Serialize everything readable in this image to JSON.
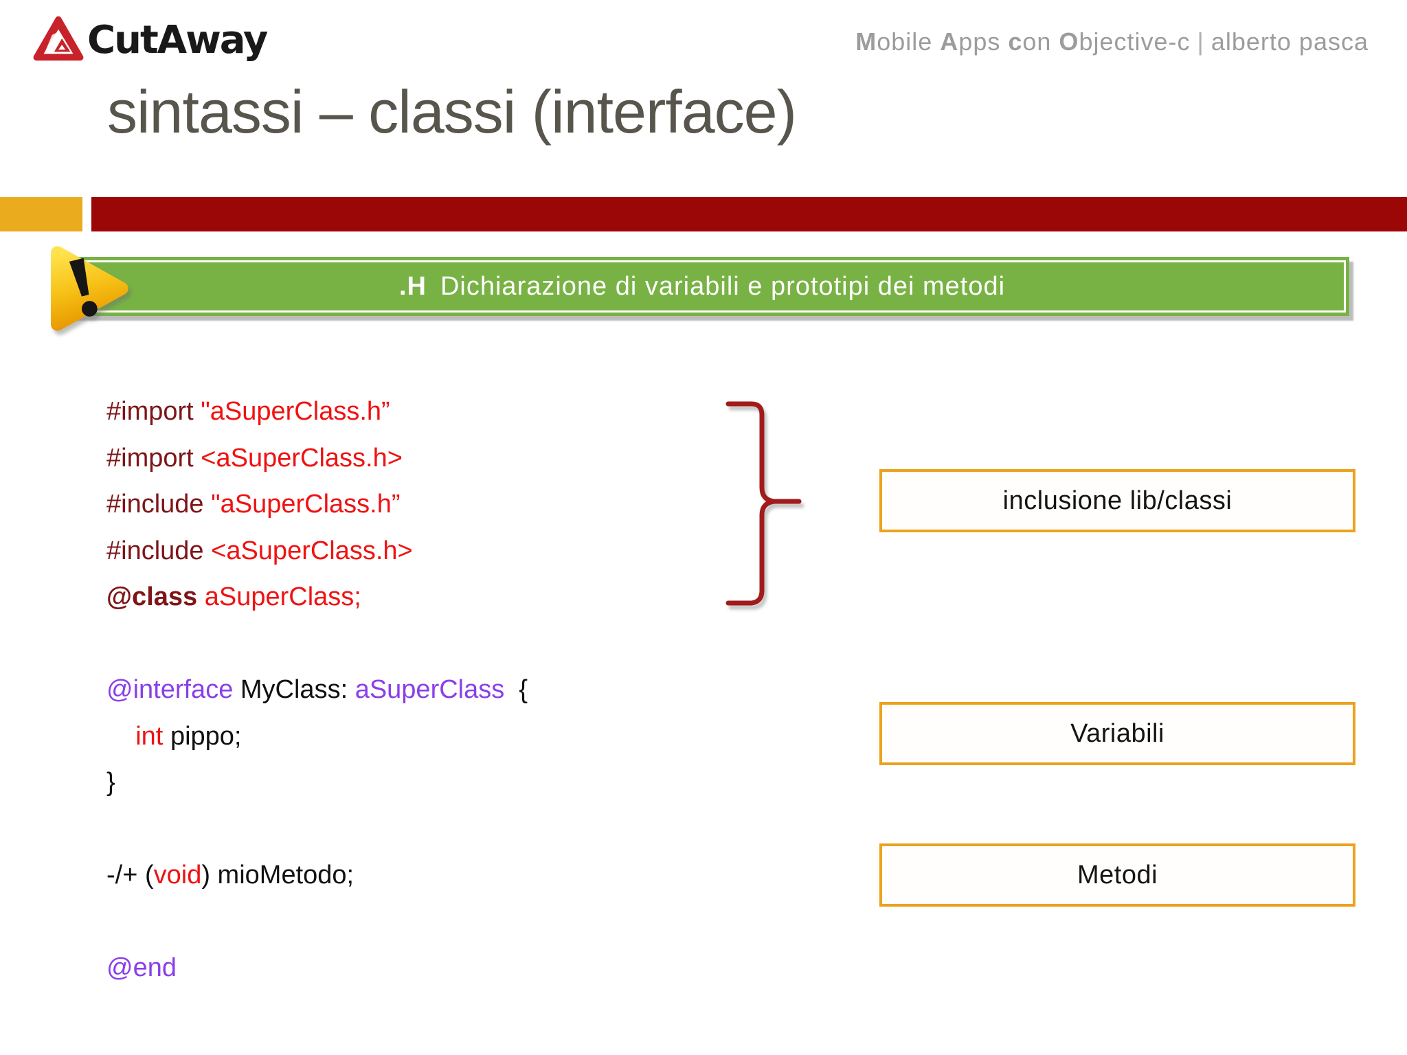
{
  "logo": {
    "brand": "CutAway"
  },
  "header": {
    "course_segments": [
      {
        "t": "M",
        "b": true
      },
      {
        "t": "obile ",
        "b": false
      },
      {
        "t": "A",
        "b": true
      },
      {
        "t": "pps ",
        "b": false
      },
      {
        "t": "c",
        "b": true
      },
      {
        "t": "on ",
        "b": false
      },
      {
        "t": "O",
        "b": true
      },
      {
        "t": "bjective-c",
        "b": false
      }
    ],
    "separator": "|",
    "author": "alberto pasca"
  },
  "title": {
    "text": "sintassi – classi (interface)"
  },
  "banner": {
    "prefix": ".H",
    "text": "Dichiarazione di variabili e prototipi dei metodi"
  },
  "code": {
    "lines": [
      [
        {
          "t": "#import ",
          "c": "maroon"
        },
        {
          "t": "\"aSuperClass.h”",
          "c": "red"
        }
      ],
      [
        {
          "t": "#import ",
          "c": "maroon"
        },
        {
          "t": "<aSuperClass.h>",
          "c": "red"
        }
      ],
      [
        {
          "t": "#include ",
          "c": "maroon"
        },
        {
          "t": "\"aSuperClass.h”",
          "c": "red"
        }
      ],
      [
        {
          "t": "#include ",
          "c": "maroon"
        },
        {
          "t": "<aSuperClass.h>",
          "c": "red"
        }
      ],
      [
        {
          "t": "@class ",
          "c": "maroon-b"
        },
        {
          "t": "aSuperClass;",
          "c": "red"
        }
      ],
      [],
      [
        {
          "t": "@interface ",
          "c": "purple"
        },
        {
          "t": "MyClass: ",
          "c": "black"
        },
        {
          "t": "aSuperClass",
          "c": "purple"
        },
        {
          "t": "  {",
          "c": "black"
        }
      ],
      [
        {
          "t": "    ",
          "c": "black"
        },
        {
          "t": "int ",
          "c": "red"
        },
        {
          "t": "pippo;",
          "c": "black"
        }
      ],
      [
        {
          "t": "}",
          "c": "black"
        }
      ],
      [],
      [
        {
          "t": "-/+ (",
          "c": "black"
        },
        {
          "t": "void",
          "c": "red"
        },
        {
          "t": ") mioMetodo;",
          "c": "black"
        }
      ],
      [],
      [
        {
          "t": "@end",
          "c": "purple"
        }
      ]
    ]
  },
  "labels": [
    {
      "text": "inclusione lib/classi"
    },
    {
      "text": "Variabili"
    },
    {
      "text": "Metodi"
    }
  ],
  "colors": {
    "accent_yellow": "#EAAC1E",
    "bar_red": "#9B0606",
    "banner_green": "#78B244",
    "box_border_orange": "#EBA21D",
    "code_directive_maroon": "#7E1518",
    "code_literal_red": "#F01212",
    "code_keyword_purple": "#8A3FE8",
    "code_plain_black": "#111111",
    "brace_red": "#A21B1B",
    "title_gray": "#57554C",
    "header_gray": "#9C9C9C",
    "logo_red": "#C8222B",
    "warning_icon_yellow": "#F5C518"
  }
}
